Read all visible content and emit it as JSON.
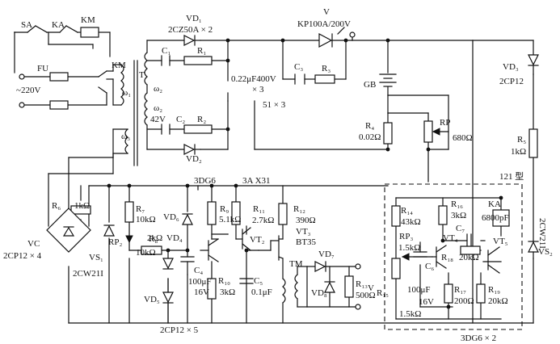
{
  "labels": {
    "sa": "SA",
    "ka_top": "KA",
    "km_top": "KM",
    "km_right": "KM",
    "vd1": "VD₁",
    "vd1_type": "2CZ50A × 2",
    "v": "V",
    "v_type": "KP100A/200V",
    "fu": "FU",
    "mains": "~220V",
    "t": "T",
    "c1": "C₁",
    "r1": "R₁",
    "w1": "ω₁",
    "w2a": "ω₂",
    "w2b": "ω₂",
    "w3": "ω₃",
    "v42": "42V",
    "c2": "C₂",
    "r2": "R₂",
    "vd2": "VD₂",
    "c3": "C₃",
    "r3": "R₃",
    "c3_val": "0.22μF400V",
    "x3": "× 3",
    "c51": "51 × 3",
    "gb": "GB",
    "r4": "R₄",
    "r4_val": "0.02Ω",
    "rp": "RP",
    "rp_val": "680Ω",
    "vd3": "VD₃",
    "vd3_type": "2CP12",
    "r5": "R₅",
    "r5_val": "1kΩ",
    "model121": "121 型",
    "vs2_type": "2CW21I",
    "vs2": "VS₂",
    "r6": "R₆",
    "r6_val": "1kΩ",
    "vc": "VC",
    "vc_type": "2CP12 × 4",
    "vs1": "VS₁",
    "vs1_type": "2CW21I",
    "q3dg6": "3DG6",
    "q3ax31": "3A X31",
    "r7": "R₇",
    "r7_val": "10kΩ",
    "vd6": "VD₆",
    "r8": "R₈",
    "rp2": "RP₂",
    "rp2_val": "2kΩ",
    "rp2_val2": "10kΩ",
    "vd4": "VD₄",
    "vd5": "VD₅",
    "vd_group": "2CP12 × 5",
    "c4": "C₄",
    "c4_val": "100μF",
    "c4_v": "16V",
    "r9": "R₉",
    "r9_val": "5.1kΩ",
    "r10": "R₁₀",
    "r10_val": "3kΩ",
    "r11": "R₁₁",
    "r11_val": "2.7kΩ",
    "vt2": "VT₂",
    "c5": "C₅",
    "c5_val": "0.1μF",
    "r12": "R₁₂",
    "r12_val": "390Ω",
    "vt3": "VT₃",
    "vt3_type": "BT35",
    "tm": "TM",
    "vd7": "VD₇",
    "vd8": "VD₈",
    "r13": "R₁₃",
    "r13_val": "500Ω",
    "vmeter": "V",
    "r14": "R₁₄",
    "r14_val": "43kΩ",
    "rp3": "RP₃",
    "rp3_val": "1.5kΩ",
    "r15": "R₁₅",
    "r15_val": "1.5kΩ",
    "c6": "C₆",
    "c6_val": "100μF",
    "c6_v": "16V",
    "r16": "R₁₆",
    "r16_val": "3kΩ",
    "ka": "KA",
    "vt4": "VT₄",
    "c7": "C₇",
    "c7_val": "6800pF",
    "vt5": "VT₅",
    "r18": "R₁₈",
    "r18_val": "20kΩ",
    "r17": "R₁₇",
    "r17_val": "200Ω",
    "r19": "R₁₉",
    "r19_val": "20kΩ",
    "dg_group": "3DG6 × 2"
  }
}
